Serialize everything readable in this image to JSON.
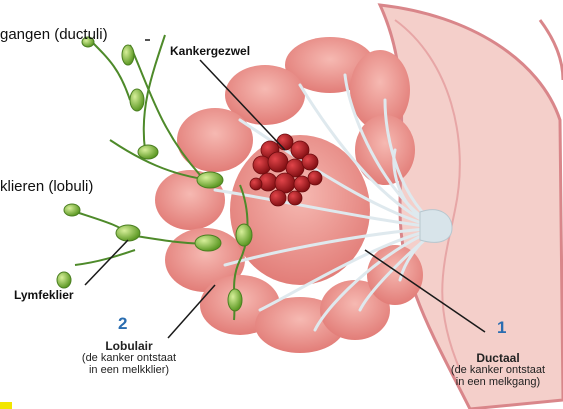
{
  "labels": {
    "ductuli": "gangen (ductuli)",
    "lobuli": "klieren (lobuli)",
    "tumor": "Kankergezwel",
    "lymph": "Lymfeklier"
  },
  "callouts": {
    "lobular": {
      "number": "2",
      "title": "Lobulair",
      "line1": "(de kanker ontstaat",
      "line2": "in een melkklier)"
    },
    "ductal": {
      "number": "1",
      "title": "Ductaal",
      "line1": "(de kanker ontstaat",
      "line2": "in een melkgang)"
    }
  },
  "colors": {
    "skin": "#f2c9c4",
    "lobe": "#e98c86",
    "duct": "#dde7ec",
    "tumor": "#a3161b",
    "lymph_node": "#7cb43a",
    "number": "#2a6db0"
  }
}
